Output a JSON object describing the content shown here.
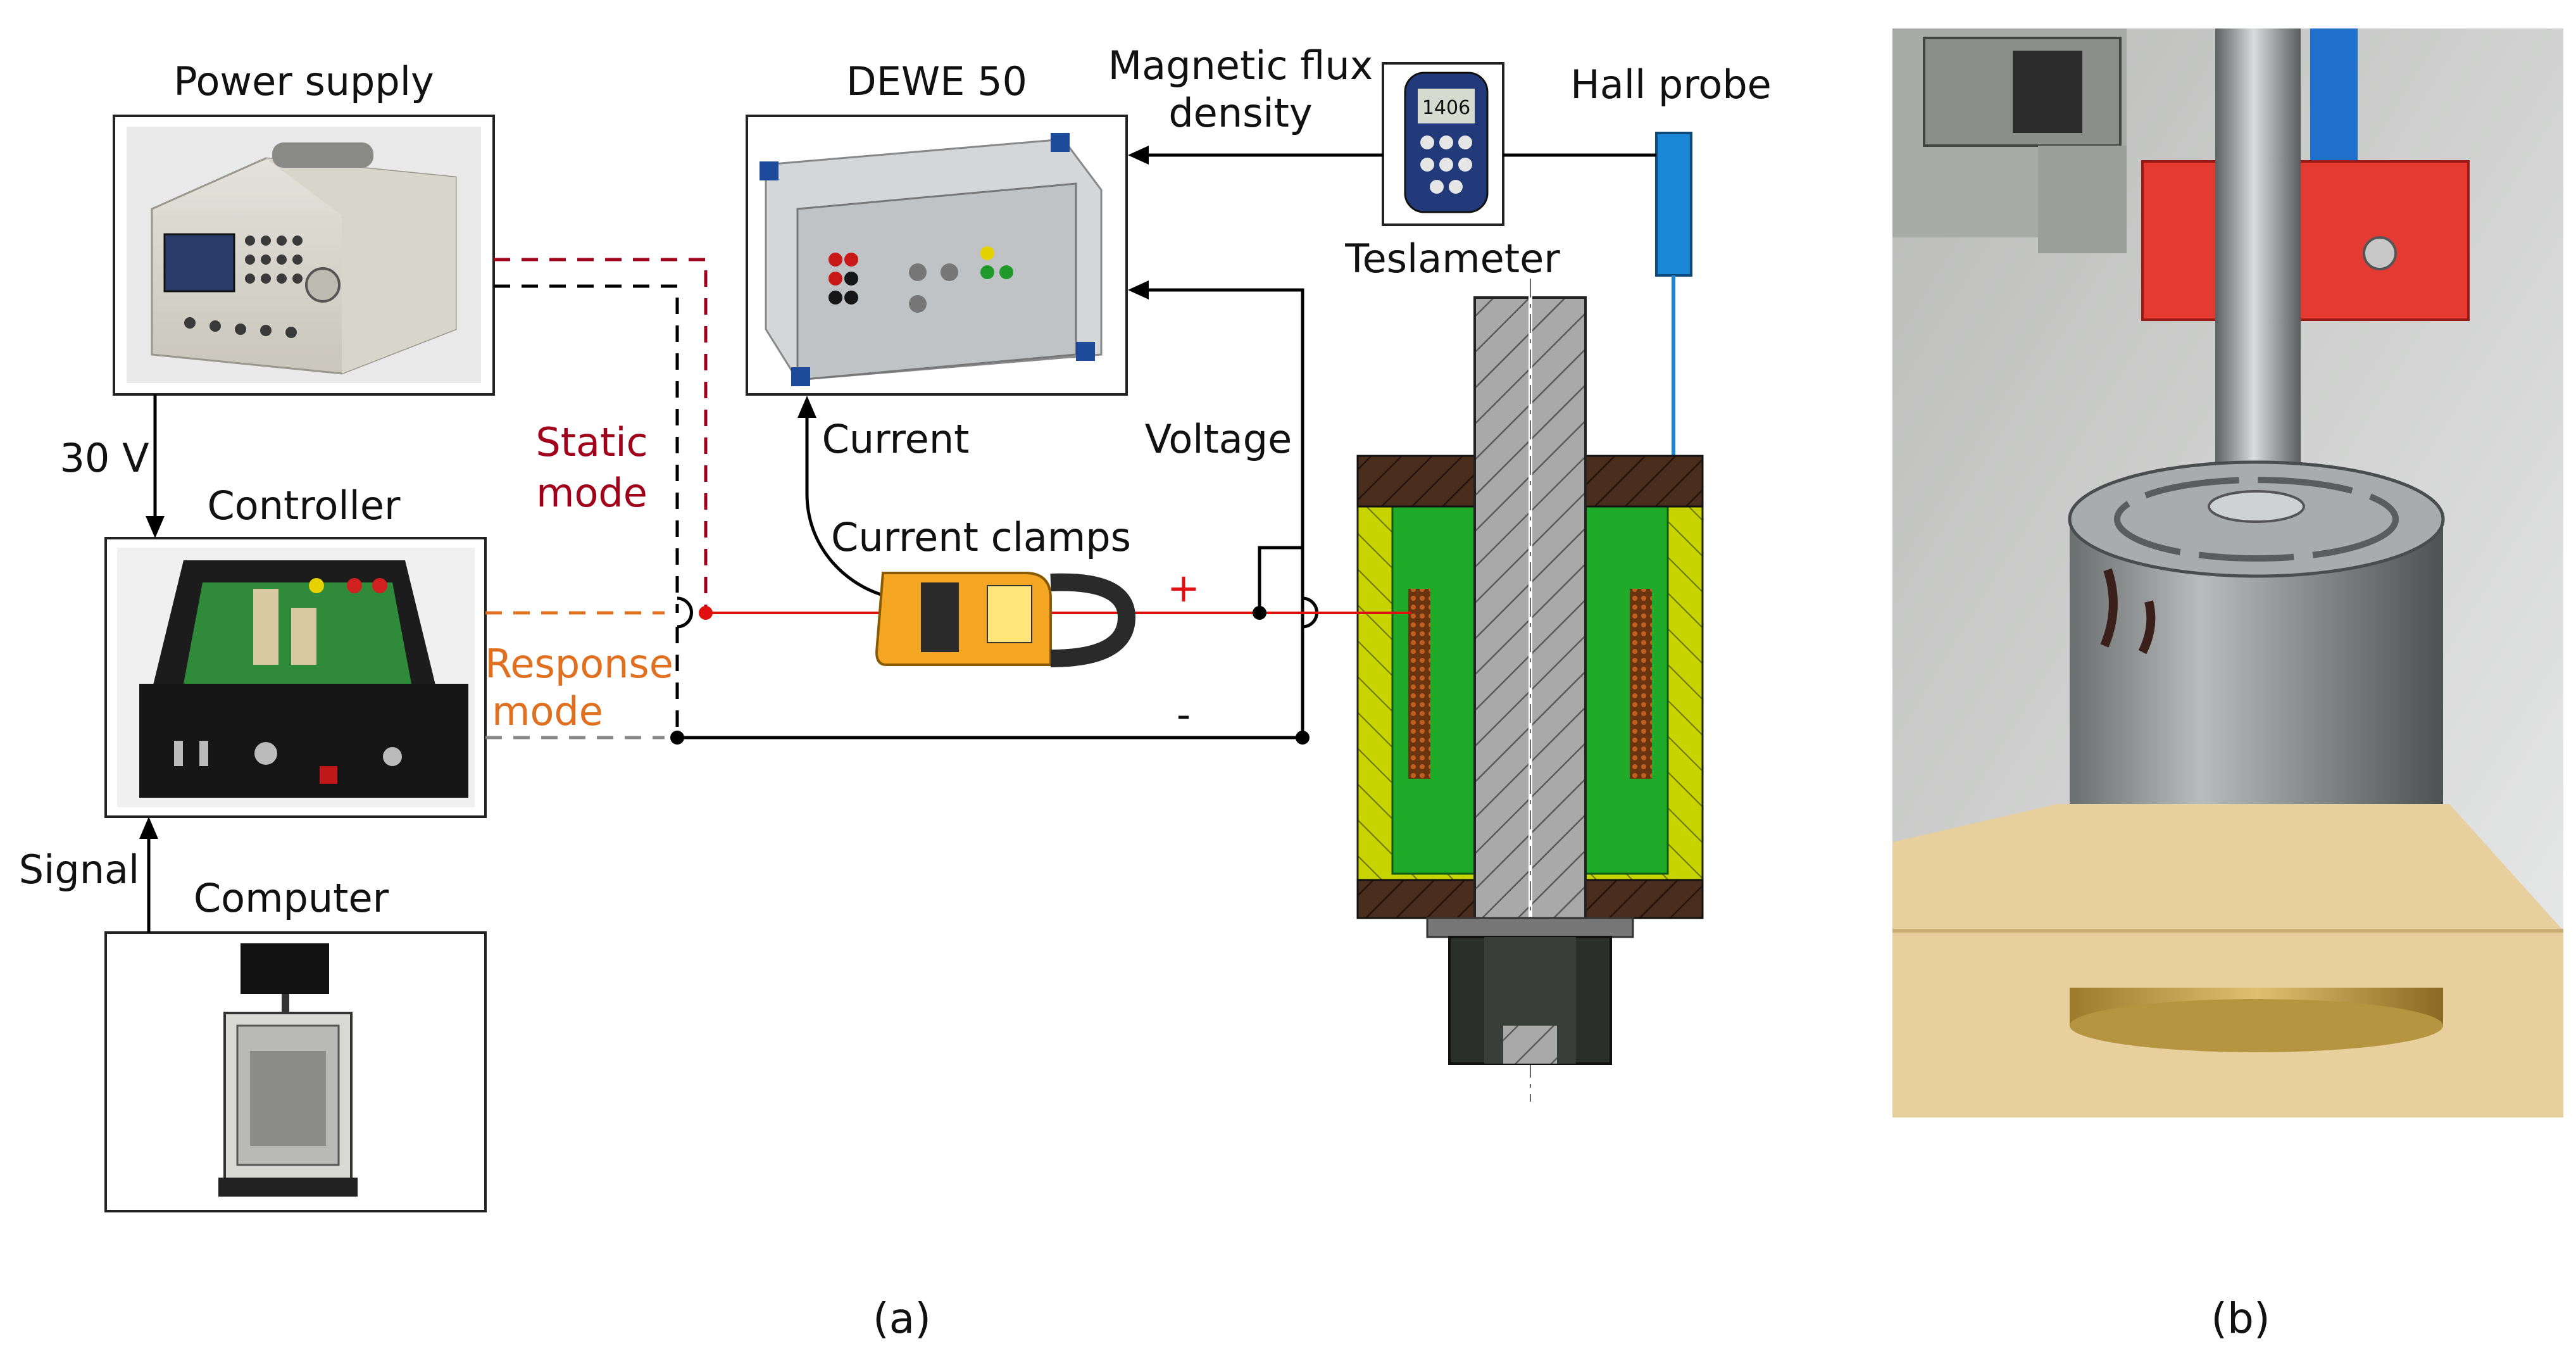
{
  "labels": {
    "power_supply": "Power supply",
    "dewe": "DEWE 50",
    "magnetic_flux_line1": "Magnetic flux",
    "magnetic_flux_line2": "density",
    "hall_probe": "Hall probe",
    "teslameter": "Teslameter",
    "controller": "Controller",
    "thirty_v": "30 V",
    "static_line1": "Static",
    "static_line2": "mode",
    "response_line1": "Response",
    "response_line2": "mode",
    "current": "Current",
    "voltage": "Voltage",
    "current_clamps": "Current clamps",
    "plus": "+",
    "minus": "-",
    "signal": "Signal",
    "computer": "Computer",
    "caption_a": "(a)",
    "caption_b": "(b)",
    "teslameter_display": "1406"
  },
  "colors": {
    "wire": "#000000",
    "static_mode": "#a0001a",
    "response_mode": "#e07020",
    "live_wire": "#e01010",
    "coil_green": "#1faa2a",
    "coil_yellow": "#c8d400",
    "cap_brown": "#4a2d1c",
    "shaft_grey": "#a9a9a9",
    "clamp_yellow": "#f5a623",
    "hall_probe_blue": "#1a86d6",
    "wood": "#e7cf9e"
  }
}
